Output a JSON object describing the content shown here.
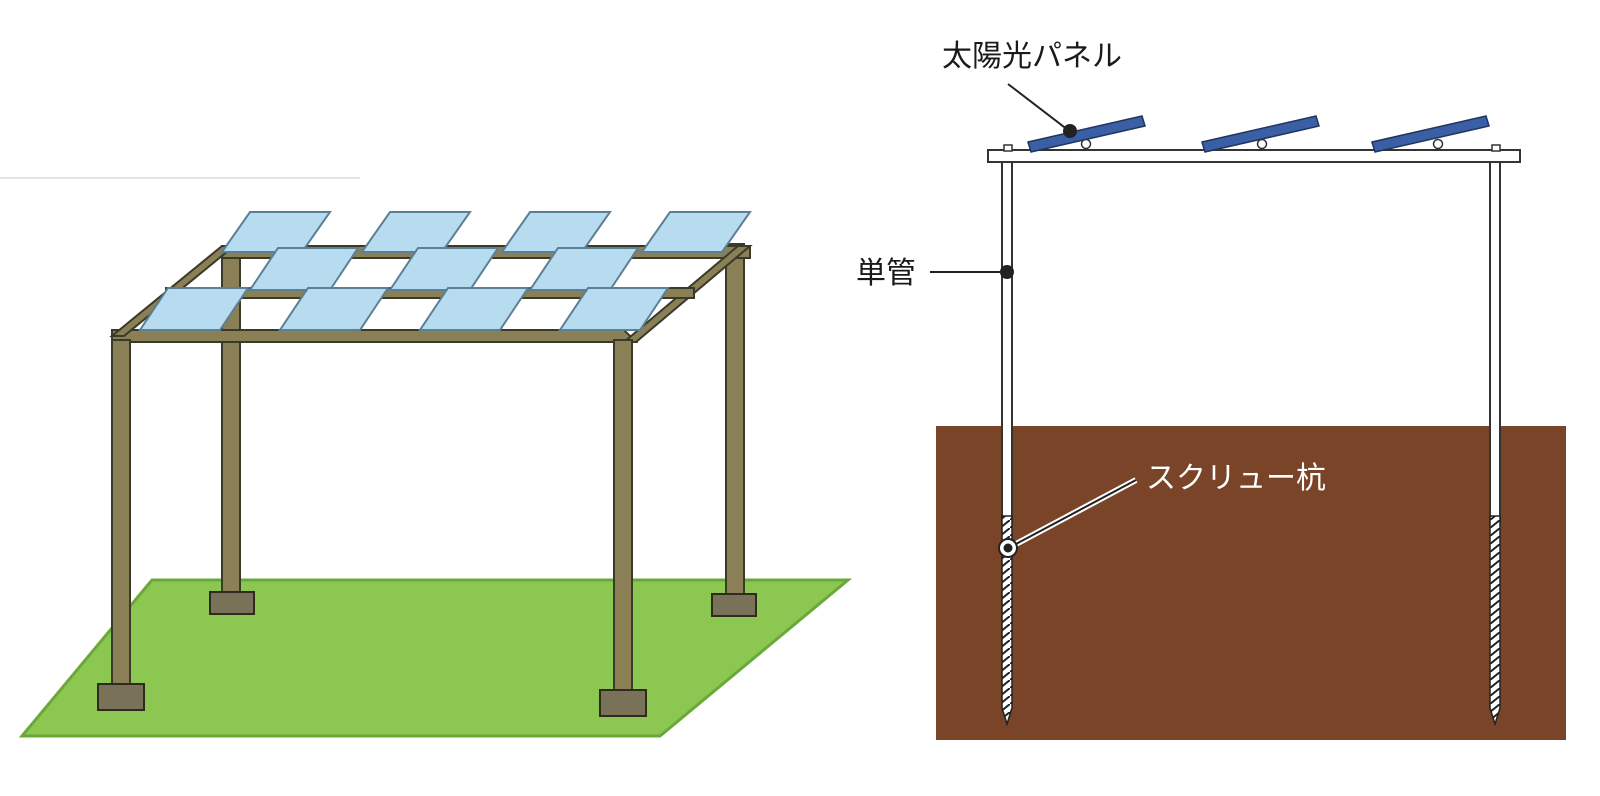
{
  "labels": {
    "solar_panel": "太陽光パネル",
    "single_pipe": "単管",
    "screw_pile": "スクリュー杭"
  },
  "colors": {
    "ground_grass": "#8cc851",
    "grass_edge": "#6aa83a",
    "frame_wood": "#8b7f55",
    "frame_dark": "#3a3a2a",
    "panel_fill": "#b8dcef",
    "panel_edge": "#5b7f95",
    "panel_blue": "#3b5fa5",
    "soil": "#7a4428",
    "footing": "#7a7258"
  }
}
